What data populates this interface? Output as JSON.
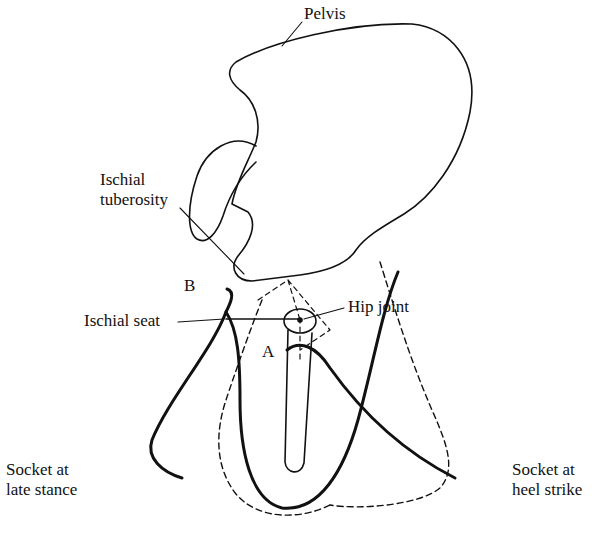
{
  "diagram": {
    "labels": [
      "Pelvis",
      "Ischial tuberosity",
      "Hip joint",
      "B",
      "Ischial seat",
      "A",
      "Socket at late stance",
      "Socket at heel strike"
    ]
  }
}
